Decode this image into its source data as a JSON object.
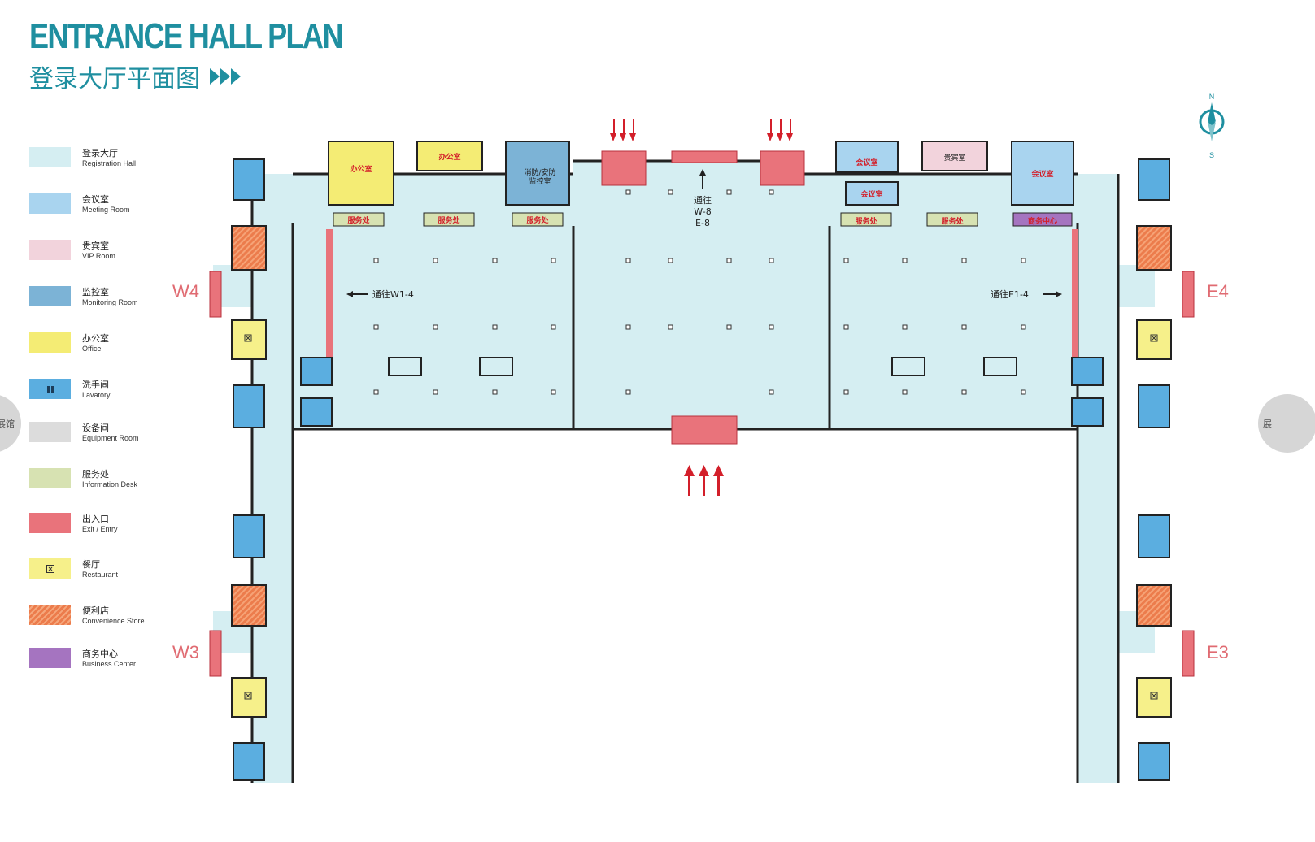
{
  "title": {
    "en": "ENTRANCE HALL PLAN",
    "cn": "登录大厅平面图"
  },
  "legend": [
    {
      "cn": "登录大厅",
      "en": "Registration Hall",
      "color": "#d5eef2",
      "icon": ""
    },
    {
      "cn": "会议室",
      "en": "Meeting Room",
      "color": "#a9d4ef",
      "icon": ""
    },
    {
      "cn": "贵宾室",
      "en": "VIP Room",
      "color": "#f2d3dc",
      "icon": ""
    },
    {
      "cn": "监控室",
      "en": "Monitoring Room",
      "color": "#7cb3d6",
      "icon": ""
    },
    {
      "cn": "办公室",
      "en": "Office",
      "color": "#f4ec74",
      "icon": ""
    },
    {
      "cn": "洗手间",
      "en": "Lavatory",
      "color": "#5baee0",
      "icon": "lavatory-icon"
    },
    {
      "cn": "设备间",
      "en": "Equipment Room",
      "color": "#dcdcdc",
      "icon": ""
    },
    {
      "cn": "服务处",
      "en": "Information Desk",
      "color": "#d7e2b2",
      "icon": ""
    },
    {
      "cn": "出入口",
      "en": "Exit / Entry",
      "color": "#e9737b",
      "icon": ""
    },
    {
      "cn": "餐厅",
      "en": "Restaurant",
      "color": "#f6f08a",
      "icon": "restaurant-icon"
    },
    {
      "cn": "便利店",
      "en": "Convenience Store",
      "color": "#ec7c4c",
      "icon": "hatched-pattern"
    },
    {
      "cn": "商务中心",
      "en": "Business Center",
      "color": "#a574c0",
      "icon": ""
    }
  ],
  "rooms": {
    "office_1": "办公室",
    "office_2": "办公室",
    "security_line1": "消防/安防",
    "security_line2": "监控室",
    "meeting_1": "会议室",
    "meeting_2": "会议室",
    "vip": "贵宾室",
    "meeting_3": "会议室",
    "service_1": "服务处",
    "service_2": "服务处",
    "service_3": "服务处",
    "service_4": "服务处",
    "service_5": "服务处",
    "business_center": "商务中心"
  },
  "corridors": {
    "north_line1": "通往",
    "north_line2": "W-8",
    "north_line3": "E-8",
    "west": "通往W1-4",
    "east": "通往E1-4"
  },
  "gates": {
    "w4": "W4",
    "e4": "E4",
    "w3": "W3",
    "e3": "E3"
  },
  "compass": {
    "north": "N",
    "south": "S"
  },
  "side_tabs": {
    "left": "展馆",
    "right": "展"
  },
  "colors": {
    "hall": "#d5eef2",
    "meeting": "#a9d4ef",
    "vip": "#f2d3dc",
    "monitoring": "#7cb3d6",
    "office": "#f4ec74",
    "lavatory": "#5baee0",
    "service": "#d7e2b2",
    "entry": "#e9737b",
    "restaurant": "#f6f08a",
    "store": "#ec7c4c",
    "business": "#a574c0",
    "accent": "#1f8fa0",
    "arrow": "#d31f2a"
  }
}
